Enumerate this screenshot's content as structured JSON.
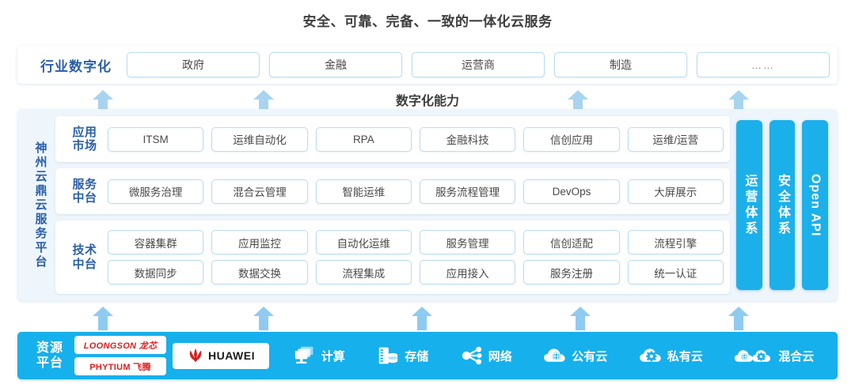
{
  "title": "安全、可靠、完备、一致的一体化云服务",
  "industry": {
    "label": "行业数字化",
    "items": [
      "政府",
      "金融",
      "运营商",
      "制造",
      "……"
    ]
  },
  "capability_label": "数字化能力",
  "platform": {
    "label": "神州云鼎云服务平台",
    "groups": [
      {
        "label_line1": "应用",
        "label_line2": "市场",
        "rows": [
          [
            "ITSM",
            "运维自动化",
            "RPA",
            "金融科技",
            "信创应用",
            "运维/运营"
          ]
        ]
      },
      {
        "label_line1": "服务",
        "label_line2": "中台",
        "rows": [
          [
            "微服务治理",
            "混合云管理",
            "智能运维",
            "服务流程管理",
            "DevOps",
            "大屏展示"
          ]
        ]
      },
      {
        "label_line1": "技术",
        "label_line2": "中台",
        "rows": [
          [
            "容器集群",
            "应用监控",
            "自动化运维",
            "服务管理",
            "信创适配",
            "流程引擎"
          ],
          [
            "数据同步",
            "数据交换",
            "流程集成",
            "应用接入",
            "服务注册",
            "统一认证"
          ]
        ]
      }
    ],
    "pillars": [
      {
        "text": "运营体系",
        "latin": false
      },
      {
        "text": "安全体系",
        "latin": false
      },
      {
        "text": "Open API",
        "latin": true
      }
    ]
  },
  "resource": {
    "label_line1": "资源",
    "label_line2": "平台",
    "chip_logos": [
      "LOONGSON 龙芯",
      "PHYTIUM 飞腾"
    ],
    "huawei_label": "HUAWEI",
    "items": [
      {
        "label": "计算",
        "icon": "compute-icon"
      },
      {
        "label": "存储",
        "icon": "storage-icon"
      },
      {
        "label": "网络",
        "icon": "network-icon"
      },
      {
        "label": "公有云",
        "icon": "public-cloud-icon"
      },
      {
        "label": "私有云",
        "icon": "private-cloud-icon"
      },
      {
        "label": "混合云",
        "icon": "hybrid-cloud-icon"
      }
    ]
  },
  "colors": {
    "accent_blue": "#16b0ec",
    "label_blue": "#2b5fa8",
    "arrow_blue": "#a8d4ef",
    "panel_bg": "#eef5fb",
    "card_border": "#bcdcf2",
    "logo_red": "#e02020"
  },
  "arrows": {
    "upper_count": 4,
    "lower_count": 5
  }
}
